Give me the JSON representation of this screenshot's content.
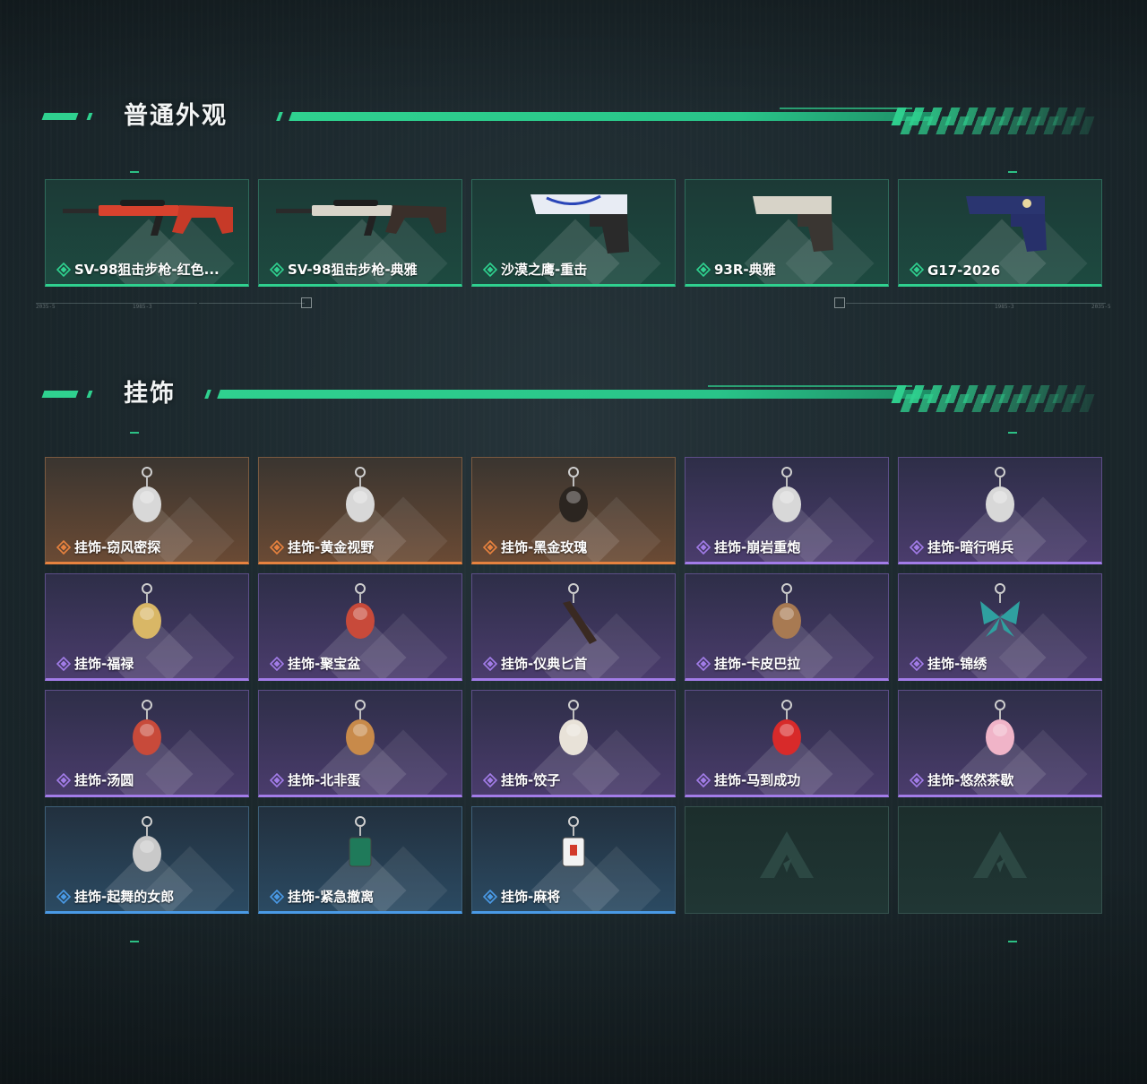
{
  "sections": [
    {
      "title": "普通外观",
      "cards": [
        {
          "label": "SV-98狙击步枪-红色...",
          "rarity": "green",
          "icon": "sniper-rifle-red-icon"
        },
        {
          "label": "SV-98狙击步枪-典雅",
          "rarity": "green",
          "icon": "sniper-rifle-white-icon"
        },
        {
          "label": "沙漠之鹰-重击",
          "rarity": "green",
          "icon": "desert-eagle-pistol-icon"
        },
        {
          "label": "93R-典雅",
          "rarity": "green",
          "icon": "pistol-93r-icon"
        },
        {
          "label": "G17-2026",
          "rarity": "green",
          "icon": "pistol-g17-icon"
        }
      ]
    },
    {
      "title": "挂饰",
      "cards": [
        {
          "label": "挂饰-窃风密探",
          "rarity": "orange",
          "icon": "charm-figure-icon"
        },
        {
          "label": "挂饰-黄金视野",
          "rarity": "orange",
          "icon": "charm-figure-icon"
        },
        {
          "label": "挂饰-黑金玫瑰",
          "rarity": "orange",
          "icon": "charm-rose-icon"
        },
        {
          "label": "挂饰-崩岩重炮",
          "rarity": "purple",
          "icon": "charm-figure-icon"
        },
        {
          "label": "挂饰-暗行哨兵",
          "rarity": "purple",
          "icon": "charm-figure-icon"
        },
        {
          "label": "挂饰-福禄",
          "rarity": "purple",
          "icon": "charm-gourd-icon"
        },
        {
          "label": "挂饰-聚宝盆",
          "rarity": "purple",
          "icon": "charm-bowl-icon"
        },
        {
          "label": "挂饰-仪典匕首",
          "rarity": "purple",
          "icon": "charm-dagger-icon"
        },
        {
          "label": "挂饰-卡皮巴拉",
          "rarity": "purple",
          "icon": "charm-capybara-icon"
        },
        {
          "label": "挂饰-锦绣",
          "rarity": "purple",
          "icon": "charm-butterfly-icon"
        },
        {
          "label": "挂饰-汤圆",
          "rarity": "purple",
          "icon": "charm-bowl-icon"
        },
        {
          "label": "挂饰-北非蛋",
          "rarity": "purple",
          "icon": "charm-pan-icon"
        },
        {
          "label": "挂饰-饺子",
          "rarity": "purple",
          "icon": "charm-plate-icon"
        },
        {
          "label": "挂饰-马到成功",
          "rarity": "purple",
          "icon": "charm-horse-icon"
        },
        {
          "label": "挂饰-悠然茶歇",
          "rarity": "purple",
          "icon": "charm-cupcake-icon"
        },
        {
          "label": "挂饰-起舞的女郎",
          "rarity": "blue",
          "icon": "charm-dancer-icon"
        },
        {
          "label": "挂饰-紧急撤离",
          "rarity": "blue",
          "icon": "charm-box-icon"
        },
        {
          "label": "挂饰-麻将",
          "rarity": "blue",
          "icon": "charm-mahjong-icon"
        },
        {
          "label": "",
          "rarity": "empty",
          "icon": "game-logo-icon"
        },
        {
          "label": "",
          "rarity": "empty",
          "icon": "game-logo-icon"
        }
      ]
    }
  ],
  "colors": {
    "accent": "#2fd18f",
    "green": "#2fd18f",
    "orange": "#e7823f",
    "purple": "#a27ce8",
    "blue": "#4a9ae6"
  }
}
